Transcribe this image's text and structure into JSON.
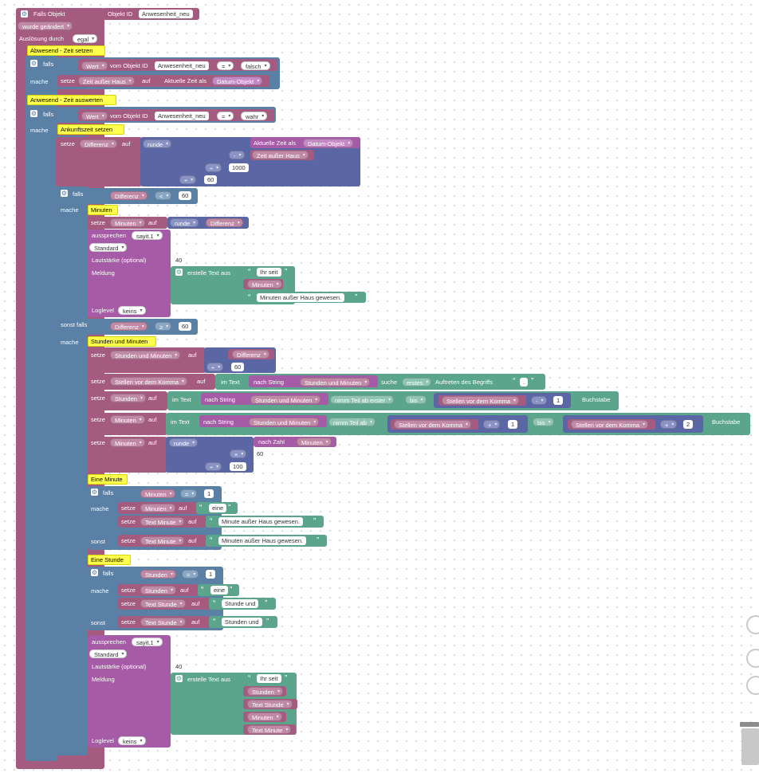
{
  "event": {
    "title": "Falls Objekt",
    "objekt_id_label": "Objekt ID",
    "objekt_id": "Anwesenheit_neu",
    "changed": "wurde geändert",
    "trigger_label": "Auslösung durch",
    "trigger": "egal"
  },
  "s1": {
    "comment": "Abwesend - Zeit setzen",
    "if": "falls",
    "do": "mache",
    "wert": "Wert",
    "vom_objekt": "vom Objekt ID",
    "obj": "Anwesenheit_neu",
    "op": "=",
    "val": "falsch",
    "set": "setze",
    "var": "Zeit außer Haus",
    "auf": "auf",
    "now": "Aktuelle Zeit als",
    "format": "Datum-Objekt"
  },
  "s2": {
    "comment": "Anwesend - Zeit auswerten",
    "if": "falls",
    "do": "mache",
    "wert": "Wert",
    "vom_objekt": "vom Objekt ID",
    "obj": "Anwesenheit_neu",
    "op": "=",
    "val": "wahr",
    "comment2": "Ankunftszeit setzen",
    "set": "setze",
    "var": "Differenz",
    "auf": "auf",
    "round": "runde",
    "now": "Aktuelle Zeit als",
    "format": "Datum-Objekt",
    "minus": "-",
    "zah": "Zeit außer Haus",
    "div": "÷",
    "n1000": "1000",
    "div2": "÷",
    "n60": "60"
  },
  "i1": {
    "if": "falls",
    "var": "Differenz",
    "op": "<",
    "n": "60",
    "do": "mache",
    "comment": "Minuten",
    "set": "setze",
    "var_min": "Minuten",
    "auf": "auf",
    "round": "runde",
    "diff": "Differenz",
    "speak": "aussprechen",
    "device": "sayit.1",
    "standard": "Standard",
    "volume_label": "Lautstärke (optional)",
    "volume": "40",
    "message": "Meldung",
    "create_text": "erstelle Text aus",
    "t1": "Ihr seit",
    "t2": "Minuten",
    "t3": "Minuten außer Haus gewesen.",
    "loglevel": "Loglevel",
    "log": "keins",
    "elseif": "sonst falls",
    "var2": "Differenz",
    "op2": "≥",
    "n2": "60",
    "do2": "mache"
  },
  "i2": {
    "comment": "Stunden und Minuten",
    "set": "setze",
    "auf": "auf",
    "v_sum": "Stunden und Minuten",
    "diff": "Differenz",
    "div": "÷",
    "n60": "60",
    "v_komma": "Stellen vor dem Komma",
    "im_text": "im Text",
    "nach_string": "nach String",
    "suche": "suche",
    "erstes": "erstes",
    "auftreten": "Auftreten des Begriffs",
    "dot": ".",
    "v_std": "Stunden",
    "nimm_erster": "nimm Teil ab erster",
    "bis": "bis",
    "minus": "-",
    "one": "1",
    "buchstabe": "Buchstabe",
    "v_min": "Minuten",
    "nimm_ab": "nimm Teil ab",
    "plus": "+",
    "two": "2",
    "round": "runde",
    "nach_zahl": "nach Zahl",
    "mul": "×",
    "n100": "100"
  },
  "m": {
    "comment": "Eine Minute",
    "if": "falls",
    "var": "Minuten",
    "op": "=",
    "n": "1",
    "do": "mache",
    "set": "setze",
    "auf": "auf",
    "v_min": "Minuten",
    "eine": "eine",
    "v_text": "Text Minute",
    "t_single": "Minute außer Haus gewesen.",
    "else": "sonst",
    "t_multi": "Minuten außer Haus gewesen."
  },
  "h": {
    "comment": "Eine Stunde",
    "if": "falls",
    "var": "Stunden",
    "op": "=",
    "n": "1",
    "do": "mache",
    "set": "setze",
    "auf": "auf",
    "eine": "eine",
    "v_text": "Text Stunde",
    "t_und": "Stunde und",
    "else": "sonst",
    "t_und2": "Stunden und"
  },
  "sp": {
    "speak": "aussprechen",
    "device": "sayit.1",
    "standard": "Standard",
    "volume_label": "Lautstärke (optional)",
    "volume": "40",
    "message": "Meldung",
    "create_text": "erstelle Text aus",
    "t1": "Ihr seit",
    "v1": "Stunden",
    "v2": "Text Stunde",
    "v3": "Minuten",
    "v4": "Text Minute",
    "loglevel": "Loglevel",
    "log": "keins"
  },
  "colors": {
    "event": "#a55b80",
    "logic": "#5b80a5",
    "math": "#5b67a5",
    "text": "#5ba58c",
    "comment": "#ffff4d",
    "command": "#a55ba5"
  }
}
